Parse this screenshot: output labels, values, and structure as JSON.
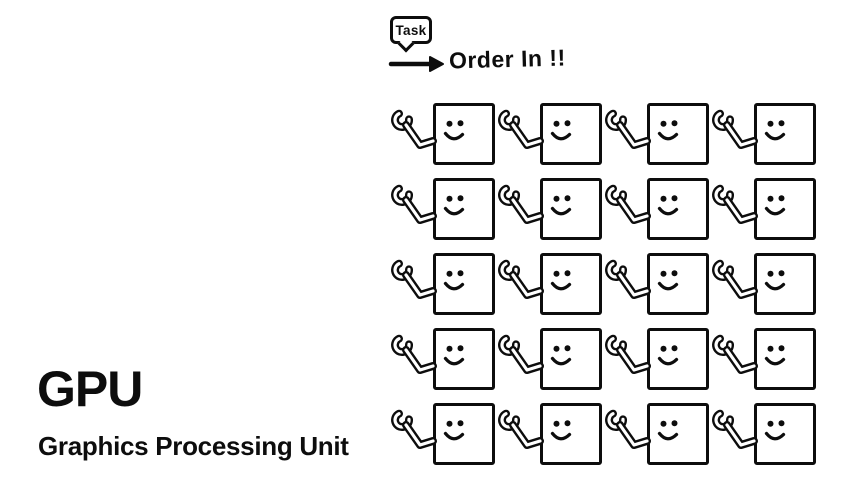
{
  "page": {
    "background_color": "#ffffff",
    "ink_color": "#0d0d0d"
  },
  "heading": {
    "acronym": "GPU",
    "full_name": "Graphics Processing Unit"
  },
  "task_flow": {
    "bubble_label": "Task",
    "caption": "Order In !!",
    "icons": [
      "task-speech-bubble",
      "right-arrow-icon"
    ]
  },
  "worker_grid": {
    "rows": 5,
    "columns": 4,
    "total_units": 20,
    "unit_description": "smiling core square holding a wrench",
    "icons": [
      "wrench-icon",
      "smiley-face-icon"
    ]
  }
}
